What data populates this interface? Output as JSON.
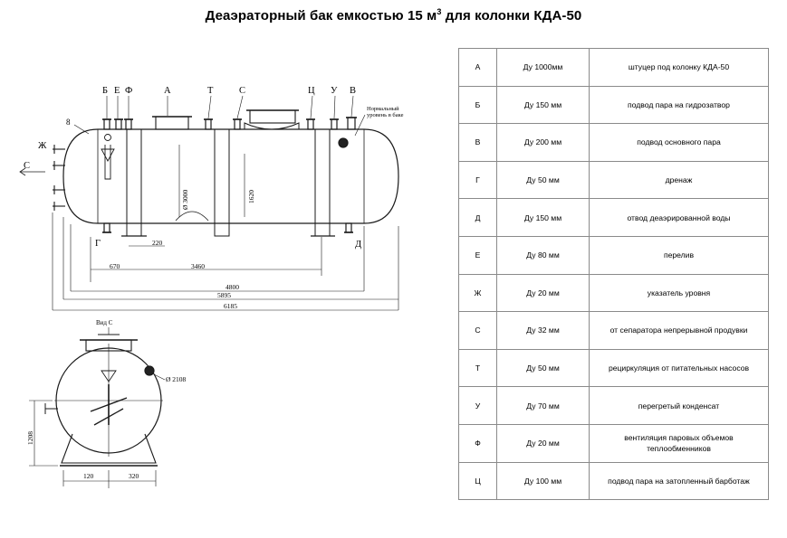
{
  "title": {
    "text_before": "Деаэраторный бак емкостью 15 м",
    "sup": "3",
    "text_after": " для колонки КДА-50"
  },
  "drawing": {
    "top_labels": [
      "Б",
      "Е",
      "Ф",
      "А",
      "Т",
      "С",
      "Ц",
      "У",
      "В"
    ],
    "side_labels": {
      "g": "Г",
      "zh": "Ж",
      "s": "С",
      "d": "Д"
    },
    "item_number": "8",
    "level_note_line1": "Нормальный",
    "level_note_line2": "уровень в баке",
    "dimensions": {
      "d220": "220",
      "d670": "670",
      "d3460": "3460",
      "d4800": "4800",
      "d5895": "5895",
      "d6185": "6185",
      "dia3000": "Ø 3000",
      "h1620": "1620",
      "h1208": "1208",
      "d120": "120",
      "d320": "320",
      "dia2108": "Ø 2108"
    },
    "view_label": "Вид С"
  },
  "spec_table": {
    "rows": [
      {
        "mark": "А",
        "size": "Ду 1000мм",
        "purpose": "штуцер под колонку КДА-50"
      },
      {
        "mark": "Б",
        "size": "Ду 150 мм",
        "purpose": "подвод пара на гидрозатвор"
      },
      {
        "mark": "В",
        "size": "Ду 200 мм",
        "purpose": "подвод основного пара"
      },
      {
        "mark": "Г",
        "size": "Ду 50 мм",
        "purpose": "дренаж"
      },
      {
        "mark": "Д",
        "size": "Ду 150 мм",
        "purpose": "отвод деаэрированной воды"
      },
      {
        "mark": "Е",
        "size": "Ду 80 мм",
        "purpose": "перелив"
      },
      {
        "mark": "Ж",
        "size": "Ду 20 мм",
        "purpose": "указатель уровня"
      },
      {
        "mark": "С",
        "size": "Ду 32 мм",
        "purpose": "от сепаратора непрерывной продувки"
      },
      {
        "mark": "Т",
        "size": "Ду 50 мм",
        "purpose": "рециркуляция от питательных насосов"
      },
      {
        "mark": "У",
        "size": "Ду 70 мм",
        "purpose": "перегретый конденсат"
      },
      {
        "mark": "Ф",
        "size": "Ду 20 мм",
        "purpose": "вентиляция паровых объемов теплообменников"
      },
      {
        "mark": "Ц",
        "size": "Ду 100 мм",
        "purpose": "подвод пара на затопленный барботаж"
      }
    ]
  }
}
